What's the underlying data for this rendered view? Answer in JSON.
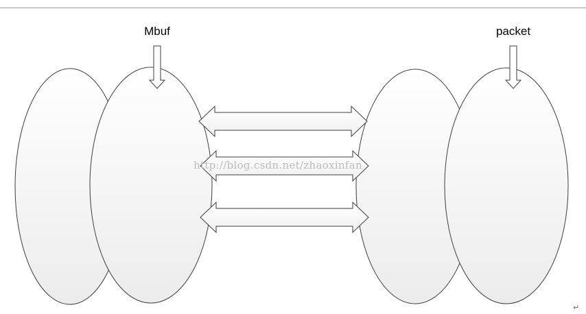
{
  "diagram": {
    "left_label": "Mbuf",
    "right_label": "packet",
    "watermark": "http://blog.csdn.net/zhaoxinfan",
    "paragraph_mark": "↵"
  },
  "colors": {
    "line": "#9a9a9a",
    "shape_stroke": "#3c3c3c",
    "fill_top": "#ffffff",
    "fill_bottom": "#ececec",
    "watermark": "#bdbdbd"
  }
}
